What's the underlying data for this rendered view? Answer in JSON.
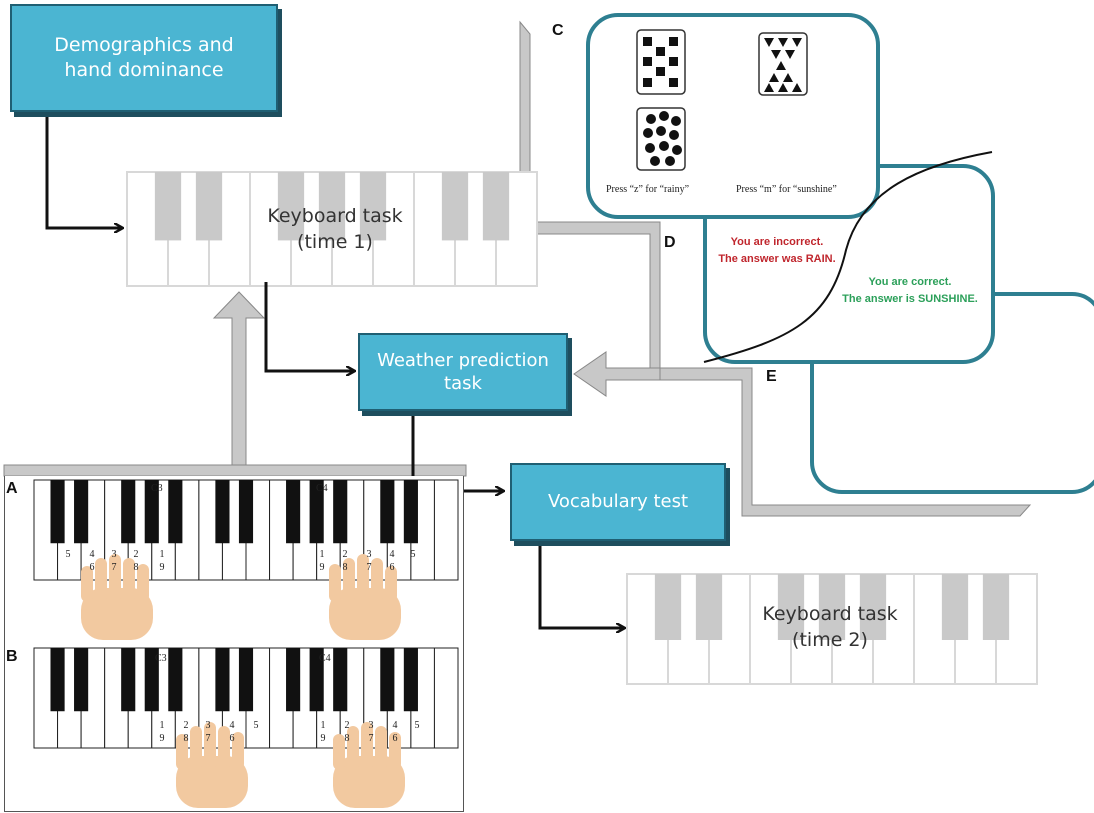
{
  "boxes": {
    "demographics": "Demographics and hand dominance",
    "weather": "Weather prediction task",
    "vocabulary": "Vocabulary test"
  },
  "keyboard_tasks": {
    "time1": "Keyboard task\n(time 1)",
    "time2": "Keyboard task\n(time 2)"
  },
  "panel_labels": {
    "a": "A",
    "b": "B",
    "c": "C",
    "d": "D",
    "e": "E"
  },
  "piano_notes": {
    "a_c3": "C3",
    "a_c4": "C4",
    "b_c3": "C3",
    "b_c4": "C4"
  },
  "finger_numbers": {
    "a_left": [
      "5",
      "4\n6",
      "3\n7",
      "2\n8",
      "1\n9"
    ],
    "a_right": [
      "1\n9",
      "2\n8",
      "3\n7",
      "4\n6",
      "5"
    ],
    "b_left": [
      "1\n9",
      "2\n8",
      "3\n7",
      "4\n6",
      "5"
    ],
    "b_right": [
      "1\n9",
      "2\n8",
      "3\n7",
      "4\n6",
      "5"
    ]
  },
  "weather_card": {
    "press_z": "Press “z” for “rainy”",
    "press_m": "Press “m” for “sunshine”"
  },
  "feedback": {
    "incorrect": "You are incorrect.\nThe answer was RAIN.",
    "correct": "You are correct.\nThe answer is SUNSHINE."
  },
  "colors": {
    "box": "#4bb5d2",
    "card_border": "#2e7f91",
    "incorrect": "#c0262d",
    "correct": "#2ca05a",
    "hand": "#f2c9a0"
  }
}
